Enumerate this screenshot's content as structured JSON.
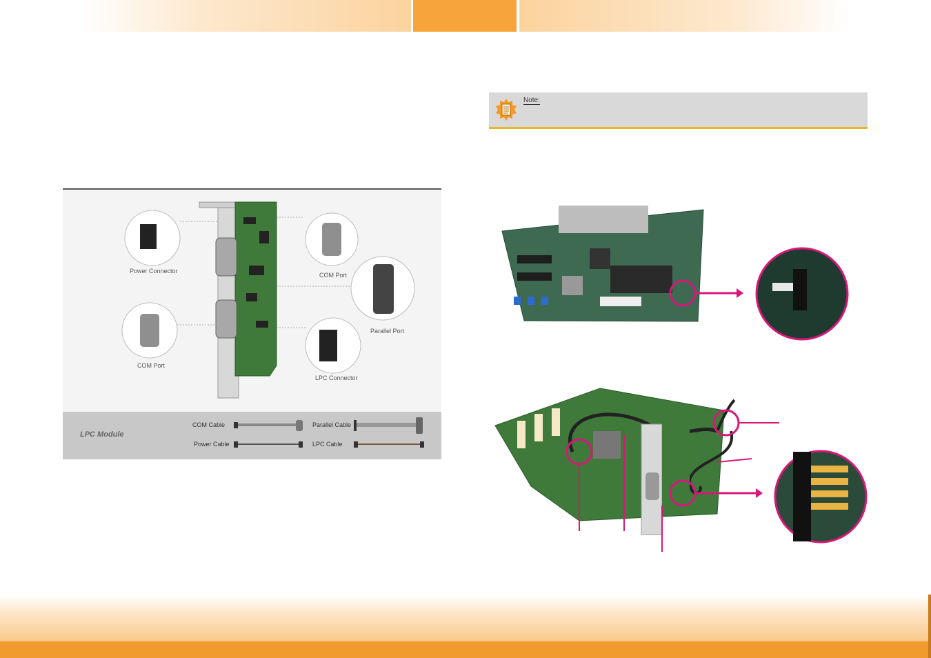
{
  "header": {
    "tab_label": ""
  },
  "note": {
    "title": "Note:",
    "icon": "note-icon",
    "colors": {
      "background": "#d9d9d9",
      "underline": "#e8b923"
    }
  },
  "lpc_figure": {
    "module_title": "LPC Module",
    "labels": {
      "power_connector": "Power Connector",
      "com_port_top": "COM Port",
      "parallel_port": "Parallel Port",
      "com_port_left": "COM Port",
      "lpc_connector": "LPC Connector"
    },
    "cables": {
      "com_cable": "COM Cable",
      "power_cable": "Power Cable",
      "parallel_cable": "Parallel Cable",
      "lpc_cable": "LPC Cable"
    }
  },
  "colors": {
    "accent_orange": "#f7a43c",
    "footer_bar": "#f19a2e",
    "callout_magenta": "#d7177a",
    "pcb_green": "#3f7a3a"
  }
}
